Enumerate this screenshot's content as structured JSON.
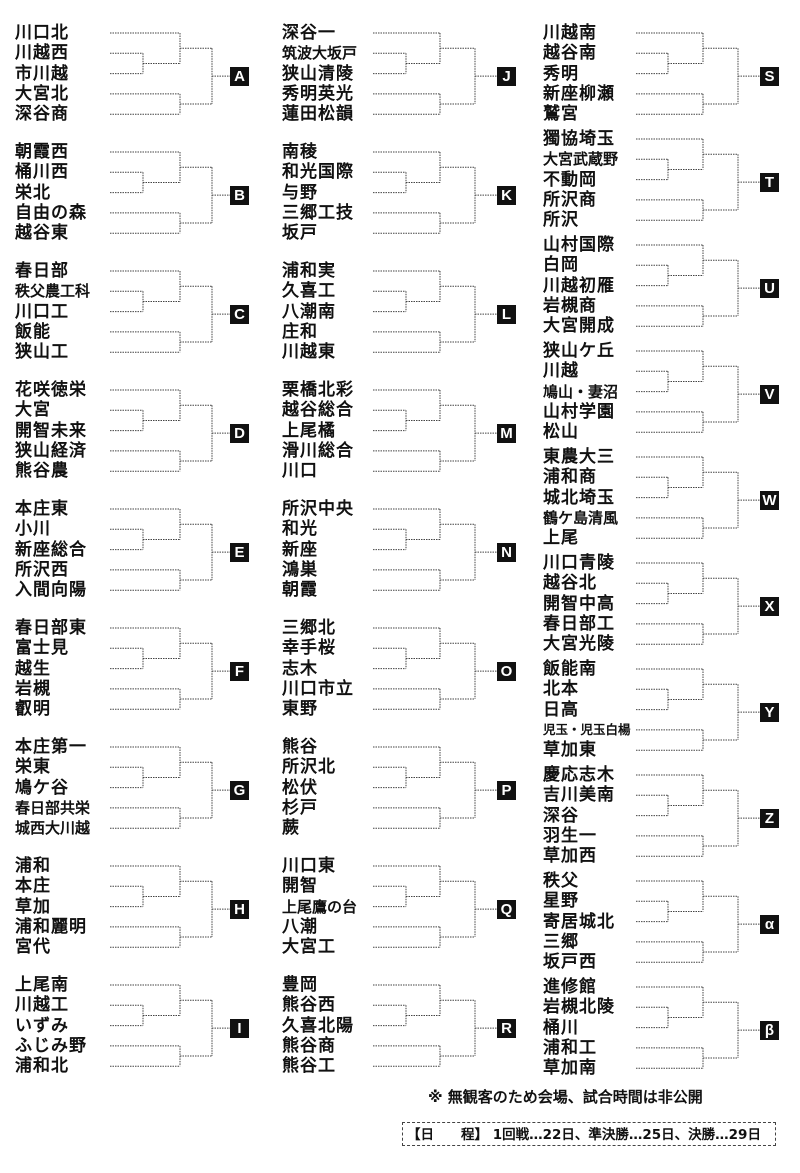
{
  "columns": [
    [
      {
        "label": "A",
        "teams": [
          "川口北",
          "川越西",
          "市川越",
          "大宮北",
          "深谷商"
        ]
      },
      {
        "label": "B",
        "teams": [
          "朝霞西",
          "桶川西",
          "栄北",
          "自由の森",
          "越谷東"
        ]
      },
      {
        "label": "C",
        "teams": [
          "春日部",
          "秩父農工科",
          "川口工",
          "飯能",
          "狭山工"
        ]
      },
      {
        "label": "D",
        "teams": [
          "花咲徳栄",
          "大宮",
          "開智未来",
          "狭山経済",
          "熊谷農"
        ]
      },
      {
        "label": "E",
        "teams": [
          "本庄東",
          "小川",
          "新座総合",
          "所沢西",
          "入間向陽"
        ]
      },
      {
        "label": "F",
        "teams": [
          "春日部東",
          "富士見",
          "越生",
          "岩槻",
          "叡明"
        ]
      },
      {
        "label": "G",
        "teams": [
          "本庄第一",
          "栄東",
          "鳩ケ谷",
          "春日部共栄",
          "城西大川越"
        ]
      },
      {
        "label": "H",
        "teams": [
          "浦和",
          "本庄",
          "草加",
          "浦和麗明",
          "宮代"
        ]
      },
      {
        "label": "I",
        "teams": [
          "上尾南",
          "川越工",
          "いずみ",
          "ふじみ野",
          "浦和北"
        ]
      }
    ],
    [
      {
        "label": "J",
        "teams": [
          "深谷一",
          "筑波大坂戸",
          "狭山清陵",
          "秀明英光",
          "蓮田松韻"
        ]
      },
      {
        "label": "K",
        "teams": [
          "南稜",
          "和光国際",
          "与野",
          "三郷工技",
          "坂戸"
        ]
      },
      {
        "label": "L",
        "teams": [
          "浦和実",
          "久喜工",
          "八潮南",
          "庄和",
          "川越東"
        ]
      },
      {
        "label": "M",
        "teams": [
          "栗橋北彩",
          "越谷総合",
          "上尾橘",
          "滑川総合",
          "川口"
        ]
      },
      {
        "label": "N",
        "teams": [
          "所沢中央",
          "和光",
          "新座",
          "鴻巣",
          "朝霞"
        ]
      },
      {
        "label": "O",
        "teams": [
          "三郷北",
          "幸手桜",
          "志木",
          "川口市立",
          "東野"
        ]
      },
      {
        "label": "P",
        "teams": [
          "熊谷",
          "所沢北",
          "松伏",
          "杉戸",
          "蕨"
        ]
      },
      {
        "label": "Q",
        "teams": [
          "川口東",
          "開智",
          "上尾鷹の台",
          "八潮",
          "大宮工"
        ]
      },
      {
        "label": "R",
        "teams": [
          "豊岡",
          "熊谷西",
          "久喜北陽",
          "熊谷商",
          "熊谷工"
        ]
      }
    ],
    [
      {
        "label": "S",
        "teams": [
          "川越南",
          "越谷南",
          "秀明",
          "新座柳瀬",
          "鷲宮"
        ]
      },
      {
        "label": "T",
        "teams": [
          "獨協埼玉",
          "大宮武蔵野",
          "不動岡",
          "所沢商",
          "所沢"
        ]
      },
      {
        "label": "U",
        "teams": [
          "山村国際",
          "白岡",
          "川越初雁",
          "岩槻商",
          "大宮開成"
        ]
      },
      {
        "label": "V",
        "teams": [
          "狭山ケ丘",
          "川越",
          "鳩山・妻沼",
          "山村学園",
          "松山"
        ]
      },
      {
        "label": "W",
        "teams": [
          "東農大三",
          "浦和商",
          "城北埼玉",
          "鶴ケ島清風",
          "上尾"
        ]
      },
      {
        "label": "X",
        "teams": [
          "川口青陵",
          "越谷北",
          "開智中高",
          "春日部工",
          "大宮光陵"
        ]
      },
      {
        "label": "Y",
        "teams": [
          "飯能南",
          "北本",
          "日高",
          "児玉・児玉白楊",
          "草加東"
        ]
      },
      {
        "label": "Z",
        "teams": [
          "慶応志木",
          "吉川美南",
          "深谷",
          "羽生一",
          "草加西"
        ]
      },
      {
        "label": "α",
        "teams": [
          "秩父",
          "星野",
          "寄居城北",
          "三郷",
          "坂戸西"
        ]
      },
      {
        "label": "β",
        "teams": [
          "進修館",
          "岩槻北陵",
          "桶川",
          "浦和工",
          "草加南"
        ]
      }
    ]
  ],
  "footer": {
    "note": "※ 無観客のため会場、試合時間は非公開",
    "schedule": "【日　　程】 1回戦…22日、準決勝…25日、決勝…29日"
  },
  "colors": {
    "line": "#444444",
    "label_bg": "#111111",
    "label_fg": "#ffffff"
  }
}
